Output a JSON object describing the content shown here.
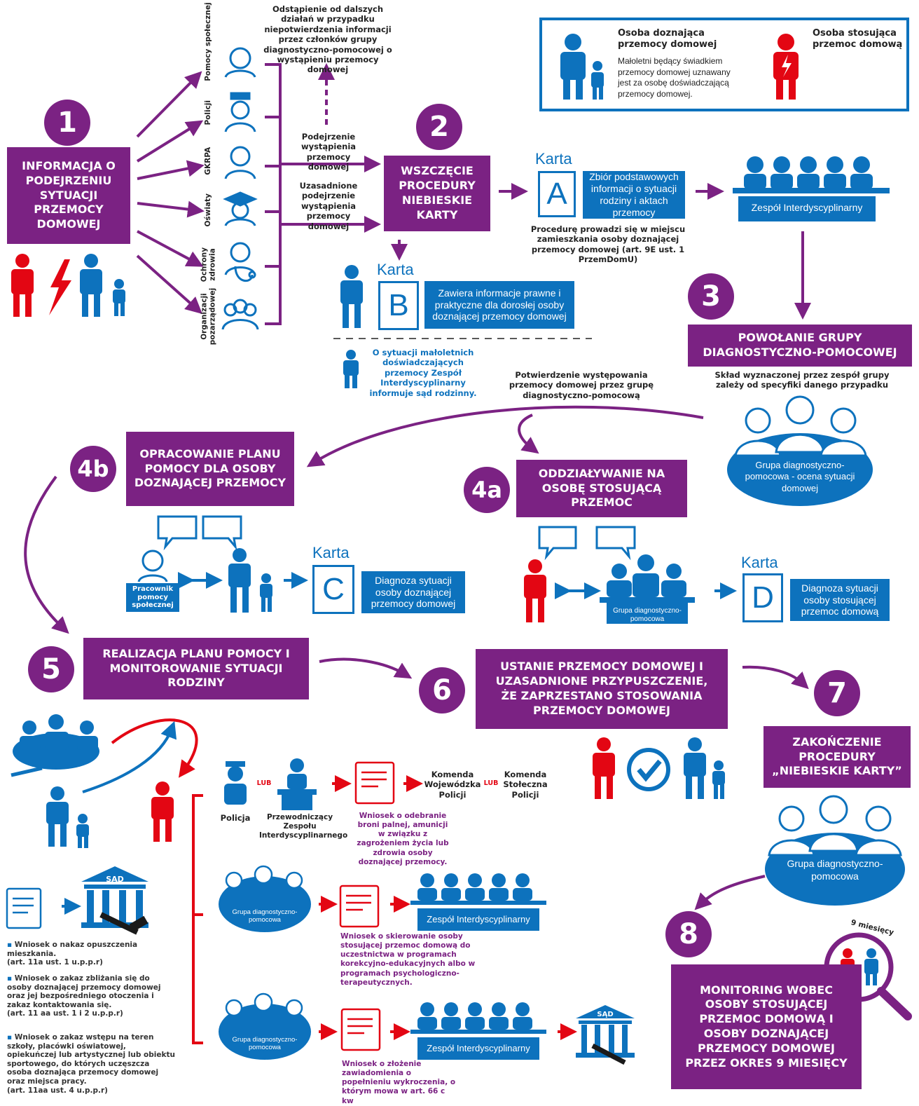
{
  "colors": {
    "purple": "#7b2283",
    "blue": "#0d72bd",
    "red": "#e30613"
  },
  "legend": {
    "victim_title": "Osoba doznająca przemocy domowej",
    "victim_note": "Małoletni będący świadkiem przemocy domowej uznawany jest za osobę doświadczającą przemocy domowej.",
    "perpetrator_title": "Osoba stosująca przemoc domową"
  },
  "steps": {
    "s1": "1",
    "s2": "2",
    "s3": "3",
    "s4a": "4a",
    "s4b": "4b",
    "s5": "5",
    "s6": "6",
    "s7": "7",
    "s8": "8"
  },
  "boxes": {
    "info": "INFORMACJA O PODEJRZENIU SYTUACJI PRZEMOCY DOMOWEJ",
    "start": "WSZCZĘCIE PROCEDURY NIEBIESKIE KARTY",
    "group": "POWOŁANIE GRUPY DIAGNOSTYCZNO-POMOCOWEJ",
    "plan": "OPRACOWANIE PLANU POMOCY DLA OSOBY DOZNAJĄCEJ PRZEMOCY",
    "impact": "ODDZIAŁYWANIE NA OSOBĘ STOSUJĄCĄ PRZEMOC",
    "realization": "REALIZACJA PLANU POMOCY I MONITOROWANIE SYTUACJI RODZINY",
    "cessation": "USTANIE PRZEMOCY DOMOWEJ I UZASADNIONE PRZYPUSZCZENIE, ŻE ZAPRZESTANO STOSOWANIA PRZEMOCY DOMOWEJ",
    "end": "ZAKOŃCZENIE PROCEDURY „NIEBIESKIE KARTY”",
    "monitoring": "MONITORING WOBEC OSOBY STOSUJĄCEJ PRZEMOC DOMOWĄ I OSOBY DOZNAJĄCEJ PRZEMOCY DOMOWEJ PRZEZ OKRES 9 MIESIĘCY"
  },
  "institutions": [
    {
      "label": "Pomocy społecznej",
      "icon": "social-worker-icon"
    },
    {
      "label": "Policji",
      "icon": "police-officer-icon"
    },
    {
      "label": "GKRPA",
      "icon": "official-icon"
    },
    {
      "label": "Oświaty",
      "icon": "teacher-icon"
    },
    {
      "label": "Ochrony zdrowia",
      "icon": "doctor-icon"
    },
    {
      "label": "Organizacji pozarządowej",
      "icon": "ngo-group-icon"
    }
  ],
  "notes": {
    "withdraw": "Odstąpienie od dalszych działań w przypadku niepotwierdzenia informacji przez członków grupy diagnostyczno-pomocowej o wystąpieniu przemocy domowej",
    "suspicion": "Podejrzenie wystąpienia przemocy domowej",
    "justified": "Uzasadnione podejrzenie wystąpienia przemocy domowej",
    "place": "Procedurę prowadzi się w miejscu zamieszkania osoby doznającej przemocy domowej (art. 9E ust. 1 PrzemDomU)",
    "minors": "O sytuacji małoletnich doświadczających przemocy Zespół Interdyscyplinarny informuje sąd rodzinny.",
    "confirm": "Potwierdzenie występowania przemocy domowej przez grupę diagnostyczno-pomocową",
    "composition": "Skład wyznaczonej przez zespół grupy zależy od specyfiki danego przypadku",
    "social_worker": "Pracownik pomocy społecznej",
    "police": "Policja",
    "chair": "Przewodniczący Zespołu Interdyscyplinarnego",
    "or": "LUB",
    "kwp": "Komenda Wojewódzka Policji",
    "ksp": "Komenda Stołeczna Policji",
    "weapon": "Wniosek o odebranie broni palnej, amunicji w związku z zagrożeniem życia lub zdrowia osoby doznającej przemocy.",
    "program": "Wniosek o skierowanie osoby stosującej przemoc domową do uczestnictwa w programach korekcyjno-edukacyjnych albo w programach psychologiczno-terapeutycznych.",
    "report": "Wniosek o złożenie zawiadomienia o popełnieniu wykroczenia, o którym mowa w art. 66 c kw",
    "court": "SĄD",
    "months": "9 miesięcy"
  },
  "cards": {
    "word": "Karta",
    "A": {
      "letter": "A",
      "text": "Zbiór podstawowych informacji o sytuacji rodziny i aktach przemocy"
    },
    "B": {
      "letter": "B",
      "text": "Zawiera informacje prawne i praktyczne dla dorosłej osoby doznającej przemocy domowej"
    },
    "C": {
      "letter": "C",
      "text": "Diagnoza sytuacji osoby doznającej przemocy domowej"
    },
    "D": {
      "letter": "D",
      "text": "Diagnoza sytuacji osoby stosującej przemoc domową"
    }
  },
  "teams": {
    "interdisciplinary": "Zespół Interdyscyplinarny",
    "group": "Grupa diagnostyczno-pomocowa",
    "group_eval": "Grupa diagnostyczno-pomocowa - ocena sytuacji domowej"
  },
  "court_requests": [
    {
      "title": "Wniosek o nakaz opuszczenia mieszkania.",
      "ref": "(art. 11a ust. 1 u.p.p.r)"
    },
    {
      "title": "Wniosek o zakaz zbliżania się do osoby doznającej przemocy domowej oraz jej bezpośredniego otoczenia i zakaz kontaktowania się.",
      "ref": "(art. 11 aa ust. 1 i 2 u.p.p.r)"
    },
    {
      "title": "Wniosek o zakaz wstępu na teren szkoły, placówki oświatowej, opiekuńczej lub artystycznej lub obiektu sportowego, do których uczęszcza osoba doznająca przemocy domowej oraz miejsca pracy.",
      "ref": "(art. 11aa ust. 4 u.p.p.r)"
    }
  ]
}
